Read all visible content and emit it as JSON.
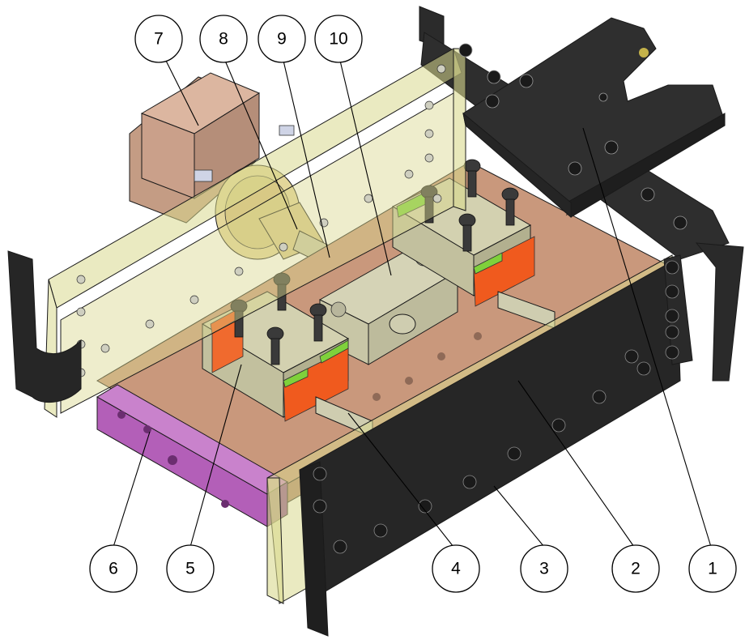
{
  "callouts": [
    {
      "id": "1",
      "label": "1"
    },
    {
      "id": "2",
      "label": "2"
    },
    {
      "id": "3",
      "label": "3"
    },
    {
      "id": "4",
      "label": "4"
    },
    {
      "id": "5",
      "label": "5"
    },
    {
      "id": "6",
      "label": "6"
    },
    {
      "id": "7",
      "label": "7"
    },
    {
      "id": "8",
      "label": "8"
    },
    {
      "id": "9",
      "label": "9"
    },
    {
      "id": "10",
      "label": "10"
    }
  ],
  "colors": {
    "enclosure": "#d9d88e",
    "base_plate": "#c99a7e",
    "side_bar": "#b35fb8",
    "black_parts": "#2b2b2b",
    "motor": "#d8b39b",
    "slider_block": "#cfcdb0",
    "orange_pad": "#f05a1e",
    "green_pad": "#7fd13b",
    "screws": "#3a3a3a"
  }
}
